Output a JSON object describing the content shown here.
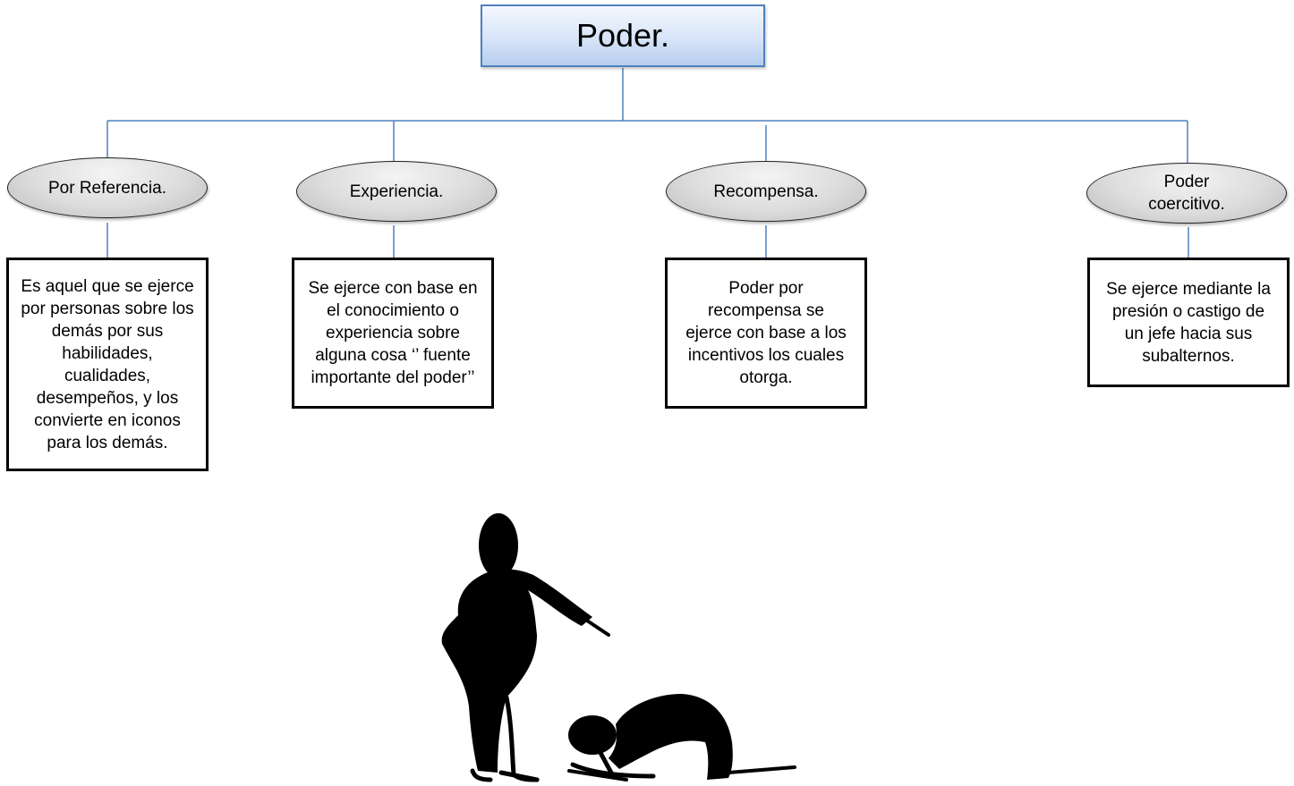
{
  "root": {
    "label": "Poder."
  },
  "branches": [
    {
      "title": "Por Referencia.",
      "description": "Es aquel que se ejerce por personas sobre los demás por sus habilidades, cualidades, desempeños, y los convierte en iconos para los demás."
    },
    {
      "title": "Experiencia.",
      "description": "Se ejerce con base en el conocimiento o experiencia sobre alguna cosa ‘’ fuente importante del poder’’"
    },
    {
      "title": "Recompensa.",
      "description": "Poder por recompensa se ejerce con base a los incentivos los cuales otorga."
    },
    {
      "title": "Poder coercitivo.",
      "description": "Se ejerce mediante la presión o castigo de un jefe hacia sus subalternos."
    }
  ],
  "colors": {
    "connector": "#4f81bd",
    "root_border": "#4f81bd"
  },
  "illustration": "pointing-boss-and-kneeling-person"
}
